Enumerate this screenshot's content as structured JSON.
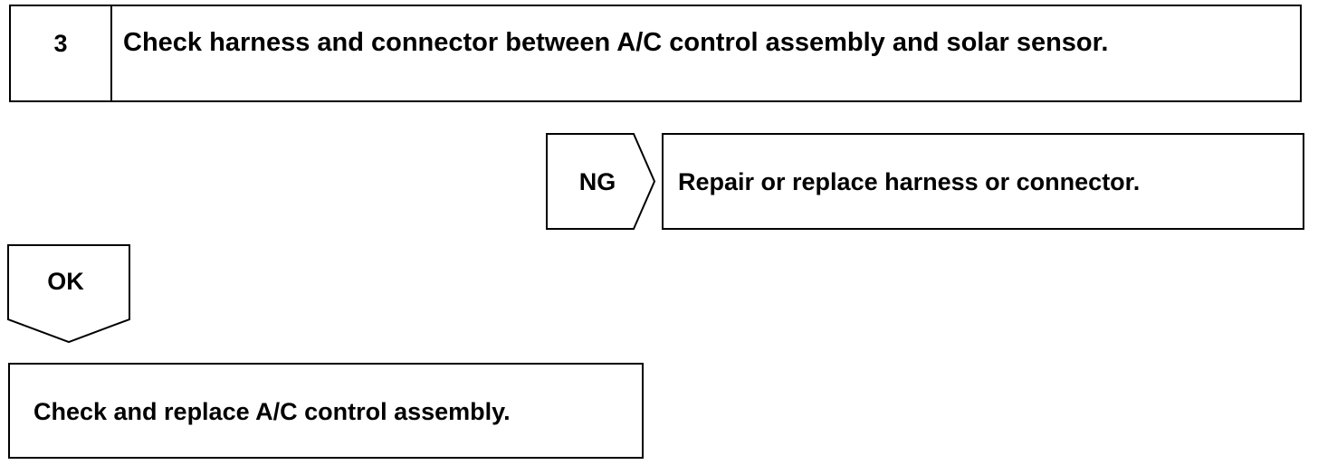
{
  "step": {
    "number": "3",
    "title": "Check harness and connector between A/C control assembly and solar sensor."
  },
  "ng_branch": {
    "label": "NG",
    "action": "Repair or replace harness or connector."
  },
  "ok_branch": {
    "label": "OK"
  },
  "final_step": {
    "text": "Check and replace A/C control assembly."
  }
}
